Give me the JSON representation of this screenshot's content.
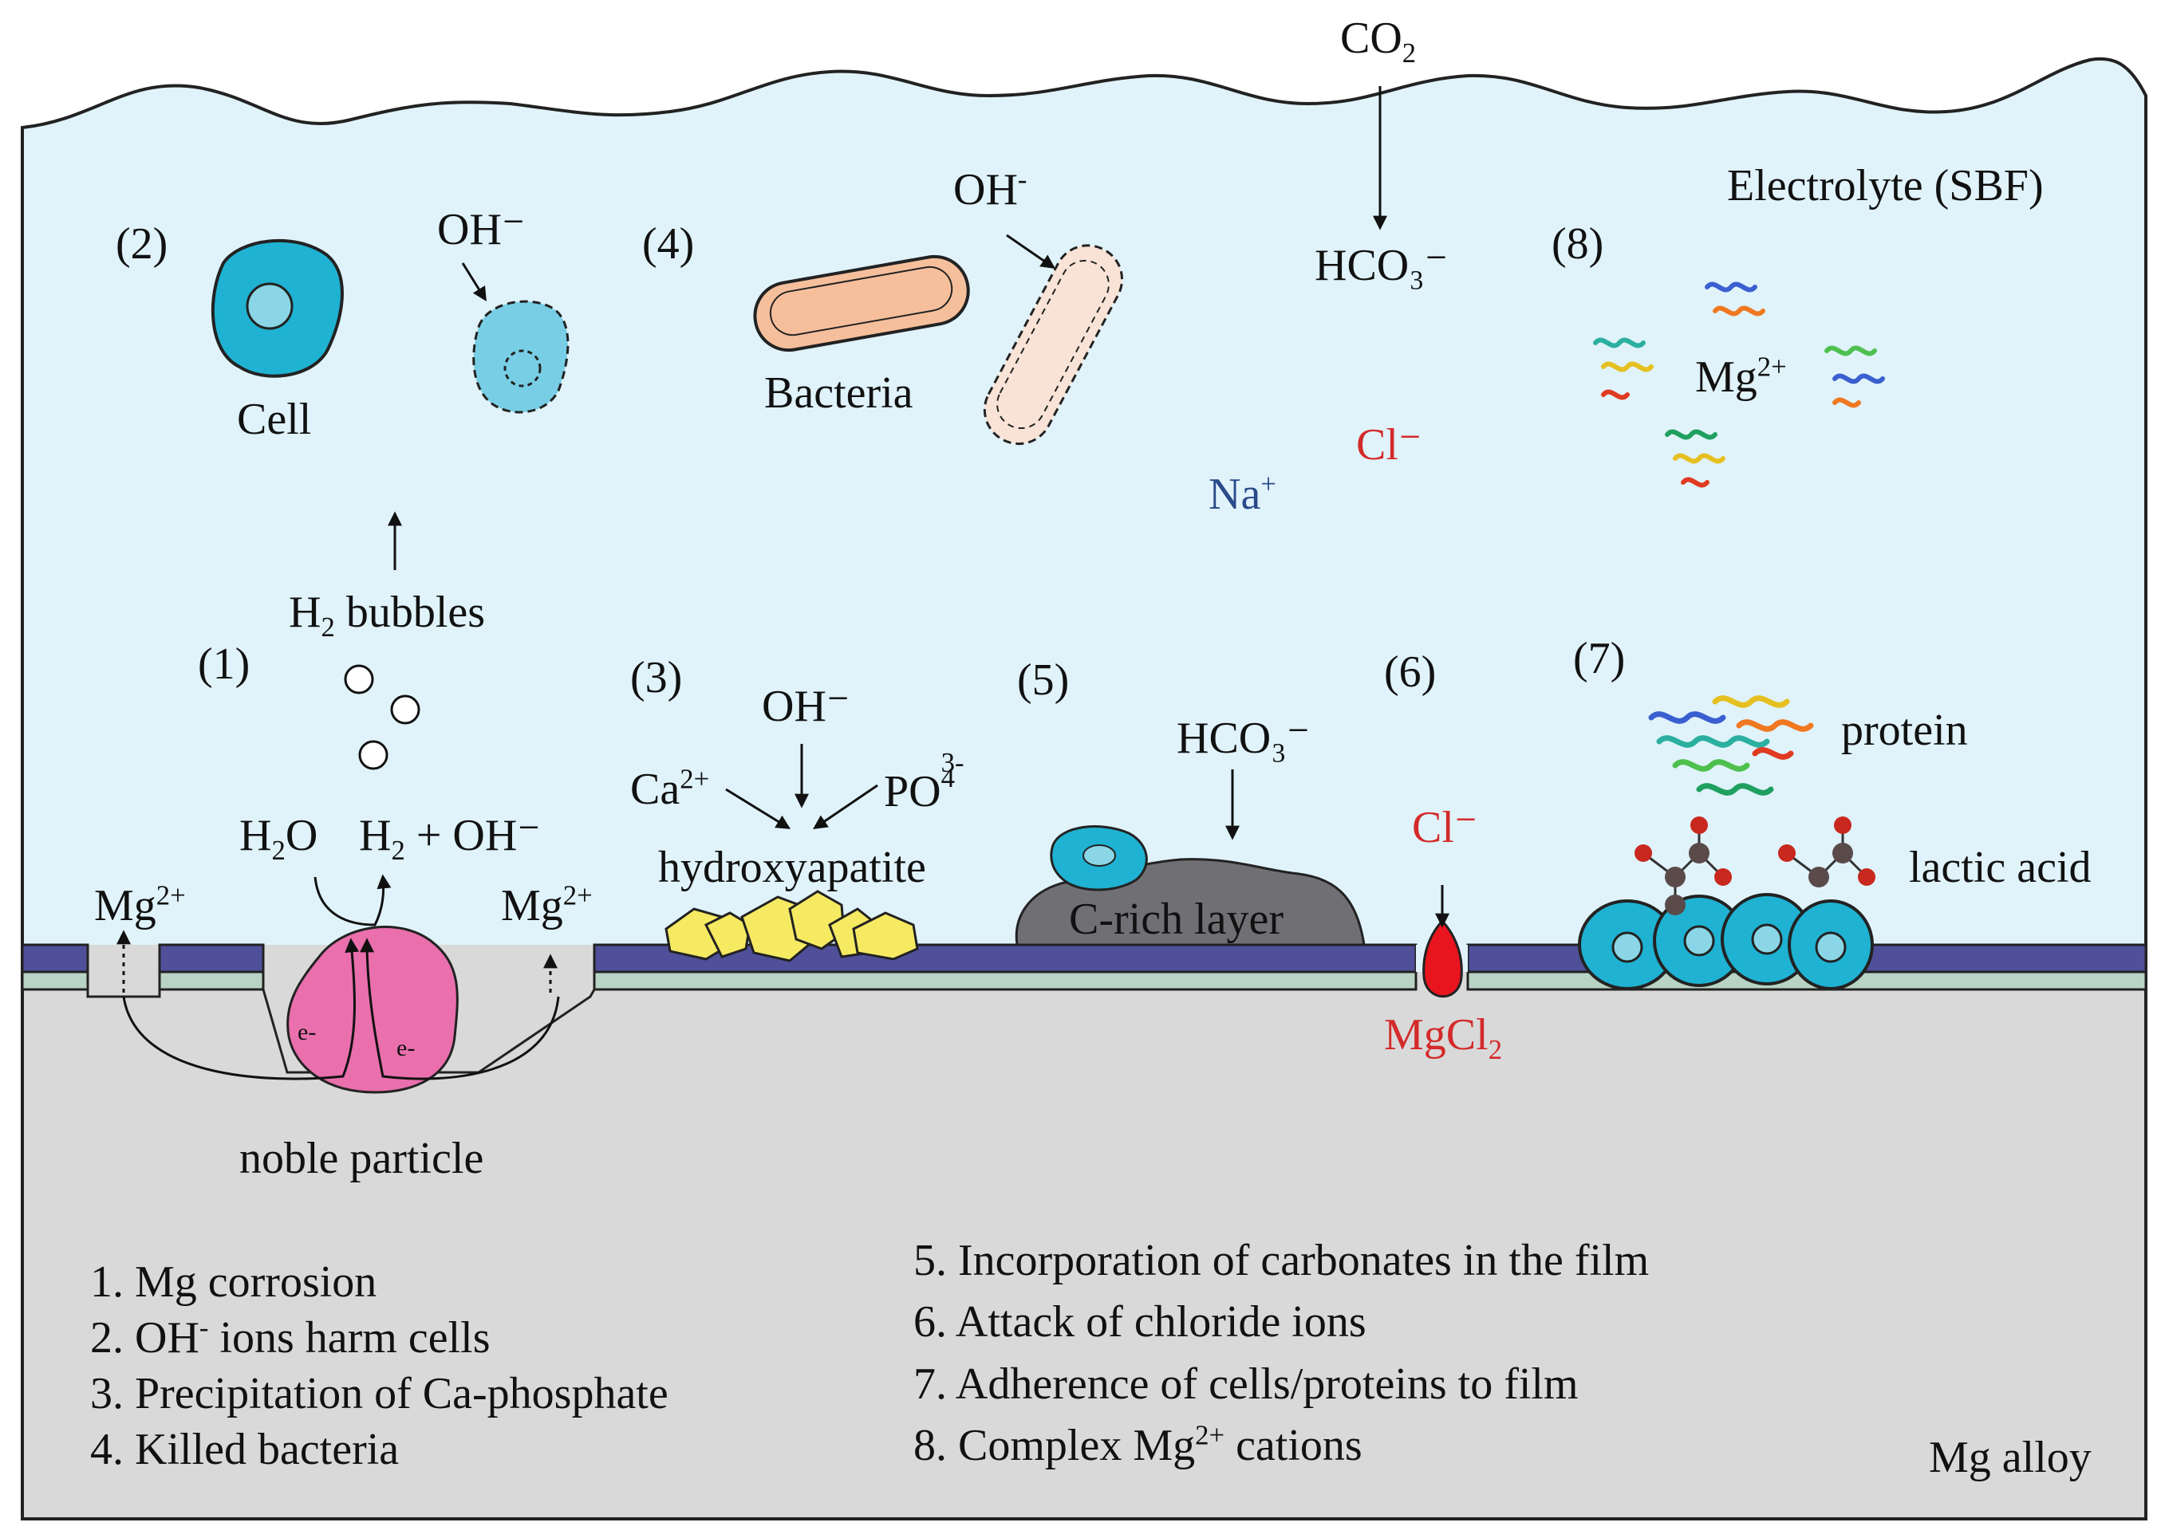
{
  "labels": {
    "co2": "CO",
    "co2_sub": "2",
    "electrolyte": "Electrolyte (SBF)",
    "hco3_top": "HCO₃⁻",
    "cl_top": "Cl⁻",
    "na": "Na",
    "na_sup": "+",
    "mg_complex": "Mg",
    "mg_complex_sup": "2+",
    "cell": "Cell",
    "oh_cell": "OH⁻",
    "bacteria": "Bacteria",
    "oh_bacteria": "OH",
    "oh_bacteria_sup": "-",
    "h2_bubbles_pre": "H",
    "h2_bubbles_sub": "2",
    "h2_bubbles_post": " bubbles",
    "h2o": "H",
    "h2o_sub": "2",
    "h2o_post": "O",
    "h2_oh_pre": "H",
    "h2_oh_sub": "2",
    "h2_oh_post": " + OH⁻",
    "mg_left": "Mg",
    "mg_left_sup": "2+",
    "mg_right": "Mg",
    "mg_right_sup": "2+",
    "oh_hap": "OH⁻",
    "ca": "Ca",
    "ca_sup": "2+",
    "po4": "PO",
    "po4_sub": "4",
    "po4_sup": "3-",
    "hydroxyapatite": "hydroxyapatite",
    "hco3_film": "HCO₃⁻",
    "c_rich": "C-rich layer",
    "cl_film": "Cl⁻",
    "mgcl2": "MgCl",
    "mgcl2_sub": "2",
    "protein": "protein",
    "lactic_acid": "lactic acid",
    "noble_particle": "noble particle",
    "electron": "e-",
    "mg_alloy": "Mg alloy"
  },
  "step_numbers": [
    "(1)",
    "(2)",
    "(3)",
    "(4)",
    "(5)",
    "(6)",
    "(7)",
    "(8)"
  ],
  "legend_left": [
    "1. Mg corrosion",
    "2. OH",
    "3. Precipitation of Ca-phosphate",
    "4. Killed bacteria"
  ],
  "legend_left_2_sup": "-",
  "legend_left_2_post": " ions harm cells",
  "legend_right": [
    "5. Incorporation of carbonates in the film",
    "6. Attack of chloride ions",
    "7. Adherence of cells/proteins to film",
    "8. Complex Mg"
  ],
  "legend_right_8_sup": "2+",
  "legend_right_8_post": " cations",
  "colors": {
    "electrolyte": "#e0f3fa",
    "alloy": "#d9d9da",
    "film_top": "#50509a",
    "film_bottom": "#b9d4c4",
    "cell": "#1fb2d2",
    "bacteria": "#f6bf9c",
    "noble_particle": "#ea6fad",
    "hydroxyapatite": "#f5ea62",
    "c_rich_layer": "#707074",
    "mgcl2": "#e8141e",
    "red_text": "#d42a2a",
    "na_text": "#2a4a8a"
  }
}
